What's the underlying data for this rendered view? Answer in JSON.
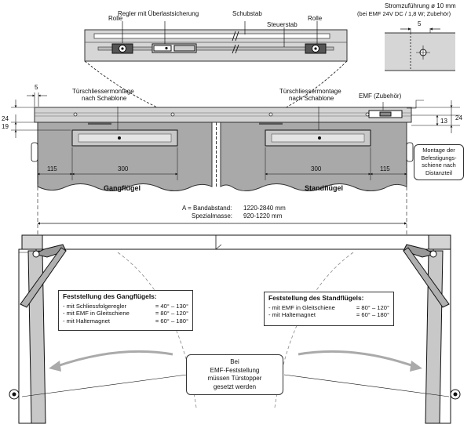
{
  "top_detail": {
    "regler_label": "Regler mit Überlastsicherung",
    "schubstab_label": "Schubstab",
    "rolle_left_label": "Rolle",
    "rolle_right_label": "Rolle",
    "steuerstab_label": "Steuerstab"
  },
  "top_right": {
    "line1": "Stromzuführung ø 10 mm",
    "line2": "(bei EMF 24V DC / 1,8 W; Zubehör)",
    "dim": "5"
  },
  "front_view": {
    "dim_5_left": "5",
    "montage_left_1": "Türschliessermontage",
    "montage_left_2": "nach Schablone",
    "montage_right_1": "Türschliessermontage",
    "montage_right_2": "nach Schablone",
    "emf_label": "EMF (Zubehör)",
    "dim_24_left": "24",
    "dim_19_left": "19",
    "dim_13_right": "13",
    "dim_24_right": "24",
    "dim_115_left": "115",
    "dim_300_left": "300",
    "dim_300_right": "300",
    "dim_115_right": "115",
    "gang_label": "Gangflügel",
    "stand_label": "Standflügel",
    "montage_box": [
      "Montage der",
      "Befestigungs-",
      "schiene nach",
      "Distanzteil"
    ],
    "band_label": "A = Bandabstand:",
    "band_value": "1220-2840 mm",
    "spezial_label": "Spezialmasse:",
    "spezial_value": "920-1220 mm"
  },
  "gang_box": {
    "title": "Feststellung des Gangflügels:",
    "rows": [
      {
        "label": "- mit Schliessfolgeregler",
        "value": "= 40° – 130°"
      },
      {
        "label": "- mit EMF in Gleitschiene",
        "value": "= 80° – 120°"
      },
      {
        "label": "- mit Haltemagnet",
        "value": "= 60° – 180°"
      }
    ]
  },
  "stand_box": {
    "title": "Feststellung des Standflügels:",
    "rows": [
      {
        "label": "- mit EMF in Gleitschiene",
        "value": "= 80° – 120°"
      },
      {
        "label": "- mit Haltemagnet",
        "value": "= 60° – 180°"
      }
    ]
  },
  "note_box": {
    "lines": [
      "Bei",
      "EMF-Feststellung",
      "müssen Türstopper",
      "gesetzt werden"
    ]
  },
  "colors": {
    "door_gray": "#a9a9a9",
    "rail_gray": "#d4d4d4",
    "dark": "#222222"
  }
}
